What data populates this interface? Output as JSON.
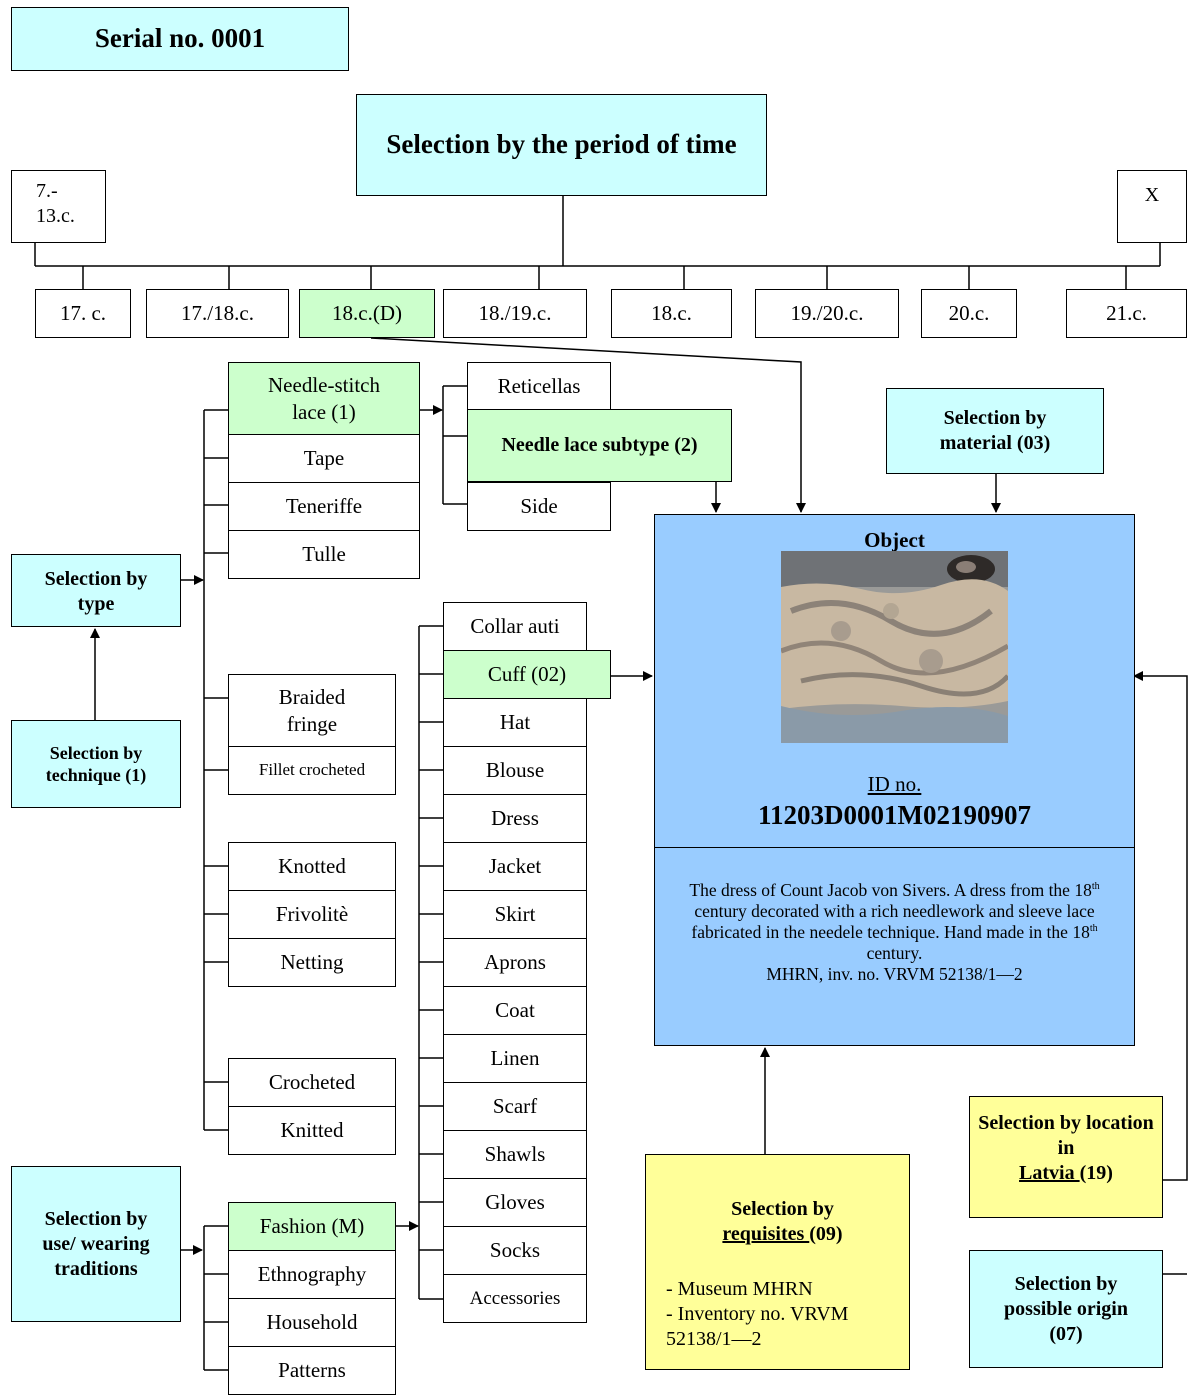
{
  "serial": "Serial no. 0001",
  "period": {
    "title": "Selection by the period of time",
    "early": "7.-\n13.c.",
    "x": "X",
    "items": [
      "17. c.",
      "17./18.c.",
      "18.c.(D)",
      "18./19.c.",
      "18.c.",
      "19./20.c.",
      "20.c.",
      "21.c."
    ]
  },
  "lace": {
    "needle_stitch": "Needle-stitch lace (1)",
    "tape": "Tape",
    "teneriffe": "Teneriffe",
    "tulle": "Tulle",
    "braided": "Braided fringe",
    "fillet": "Fillet crocheted",
    "knotted": "Knotted",
    "frivolite": "Frivolitè",
    "netting": "Netting",
    "crocheted": "Crocheted",
    "knitted": "Knitted"
  },
  "subtypes": {
    "reticellas": "Reticellas",
    "needle_lace": "Needle lace subtype (2)",
    "side": "Side"
  },
  "selections": {
    "type": "Selection by type",
    "technique": "Selection by technique (1)",
    "material": "Selection by material (03)",
    "use": "Selection by use/ wearing traditions",
    "location_prefix": "Selection by location in ",
    "location_link": "Latvia ",
    "location_suffix": "(19)",
    "origin": "Selection by possible origin (07)",
    "req_prefix": "Selection by ",
    "req_link": "requisites ",
    "req_suffix": "(09)",
    "req_museum": "- Museum MHRN",
    "req_inventory": "- Inventory no. VRVM 52138/1—2"
  },
  "garments": [
    "Collar auti",
    "Cuff (02)",
    "Hat",
    "Blouse",
    "Dress",
    "Jacket",
    "Skirt",
    "Aprons",
    "Coat",
    "Linen",
    "Scarf",
    "Shawls",
    "Gloves",
    "Socks",
    "Accessories"
  ],
  "uses": [
    "Fashion (M)",
    "Ethnography",
    "Household",
    "Patterns"
  ],
  "object": {
    "title": "Object",
    "id_label": "ID no.",
    "id": "11203D0001M02190907",
    "desc_1": "The dress of Count Jacob von Sivers. A dress from the 18",
    "desc_sup_1": "th",
    "desc_2": " century decorated with a rich needlework and sleeve lace fabricated in the needele technique. Hand made in the 18",
    "desc_sup_2": "th",
    "desc_3": " century.",
    "desc_inv": "MHRN, inv. no. VRVM 52138/1—2"
  },
  "colors": {
    "cyan": "#ccffff",
    "green": "#ccffcc",
    "yellow": "#ffff99",
    "blue": "#99ccff"
  }
}
